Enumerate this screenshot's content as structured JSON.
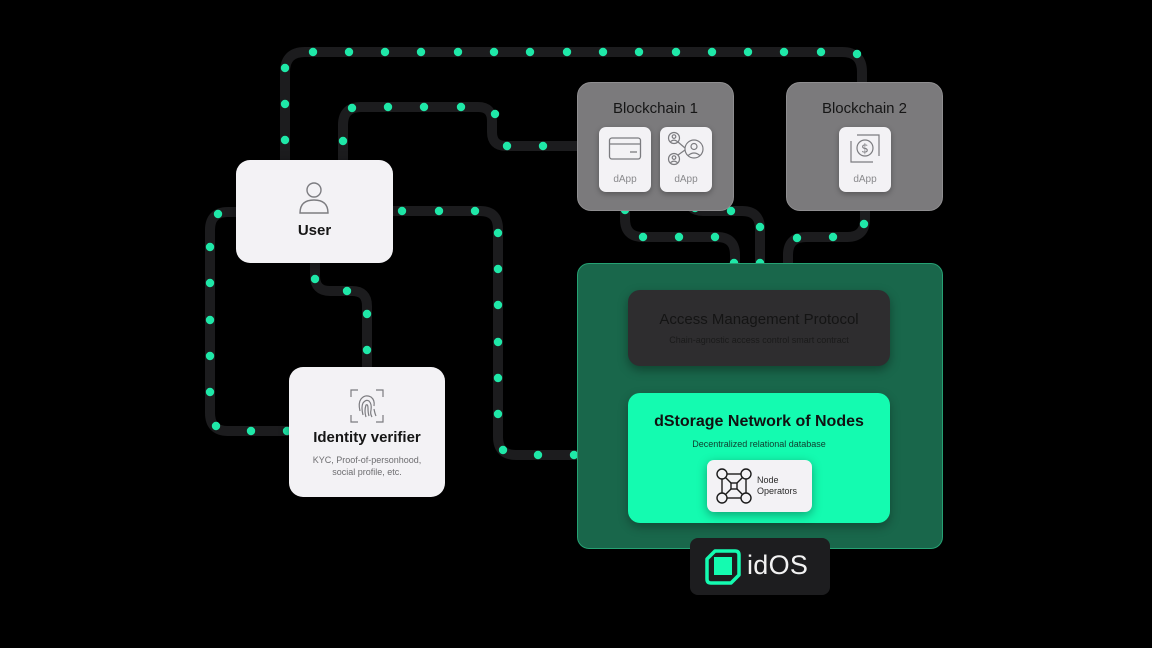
{
  "colors": {
    "background": "#000000",
    "line": "#1c1c1e",
    "dot": "#1fe8a8",
    "card": "#f3f2f5",
    "blockchain_bg": "#7b7a7c",
    "idos_container": "#19674b",
    "amp_bg": "#2e2d2f",
    "dstorage_bg": "#14fbb0",
    "brand_green": "#14fbb0"
  },
  "user": {
    "label": "User",
    "icon": "user-icon"
  },
  "identity_verifier": {
    "label": "Identity verifier",
    "description_line1": "KYC, Proof-of-personhood,",
    "description_line2": "social profile, etc.",
    "icon": "fingerprint-icon"
  },
  "blockchains": [
    {
      "label": "Blockchain 1",
      "dapps": [
        {
          "label": "dApp",
          "icon": "credit-card-icon"
        },
        {
          "label": "dApp",
          "icon": "social-network-icon"
        }
      ]
    },
    {
      "label": "Blockchain 2",
      "dapps": [
        {
          "label": "dApp",
          "icon": "dollar-coin-icon"
        }
      ]
    }
  ],
  "access_management": {
    "title": "Access Management Protocol",
    "subtitle": "Chain-agnostic access control smart contract"
  },
  "dstorage": {
    "title": "dStorage Network of Nodes",
    "subtitle": "Decentralized relational database",
    "node_operators_line1": "Node",
    "node_operators_line2": "Operators",
    "icon": "node-network-icon"
  },
  "brand": {
    "name": "idOS",
    "icon": "idos-logo-icon"
  }
}
